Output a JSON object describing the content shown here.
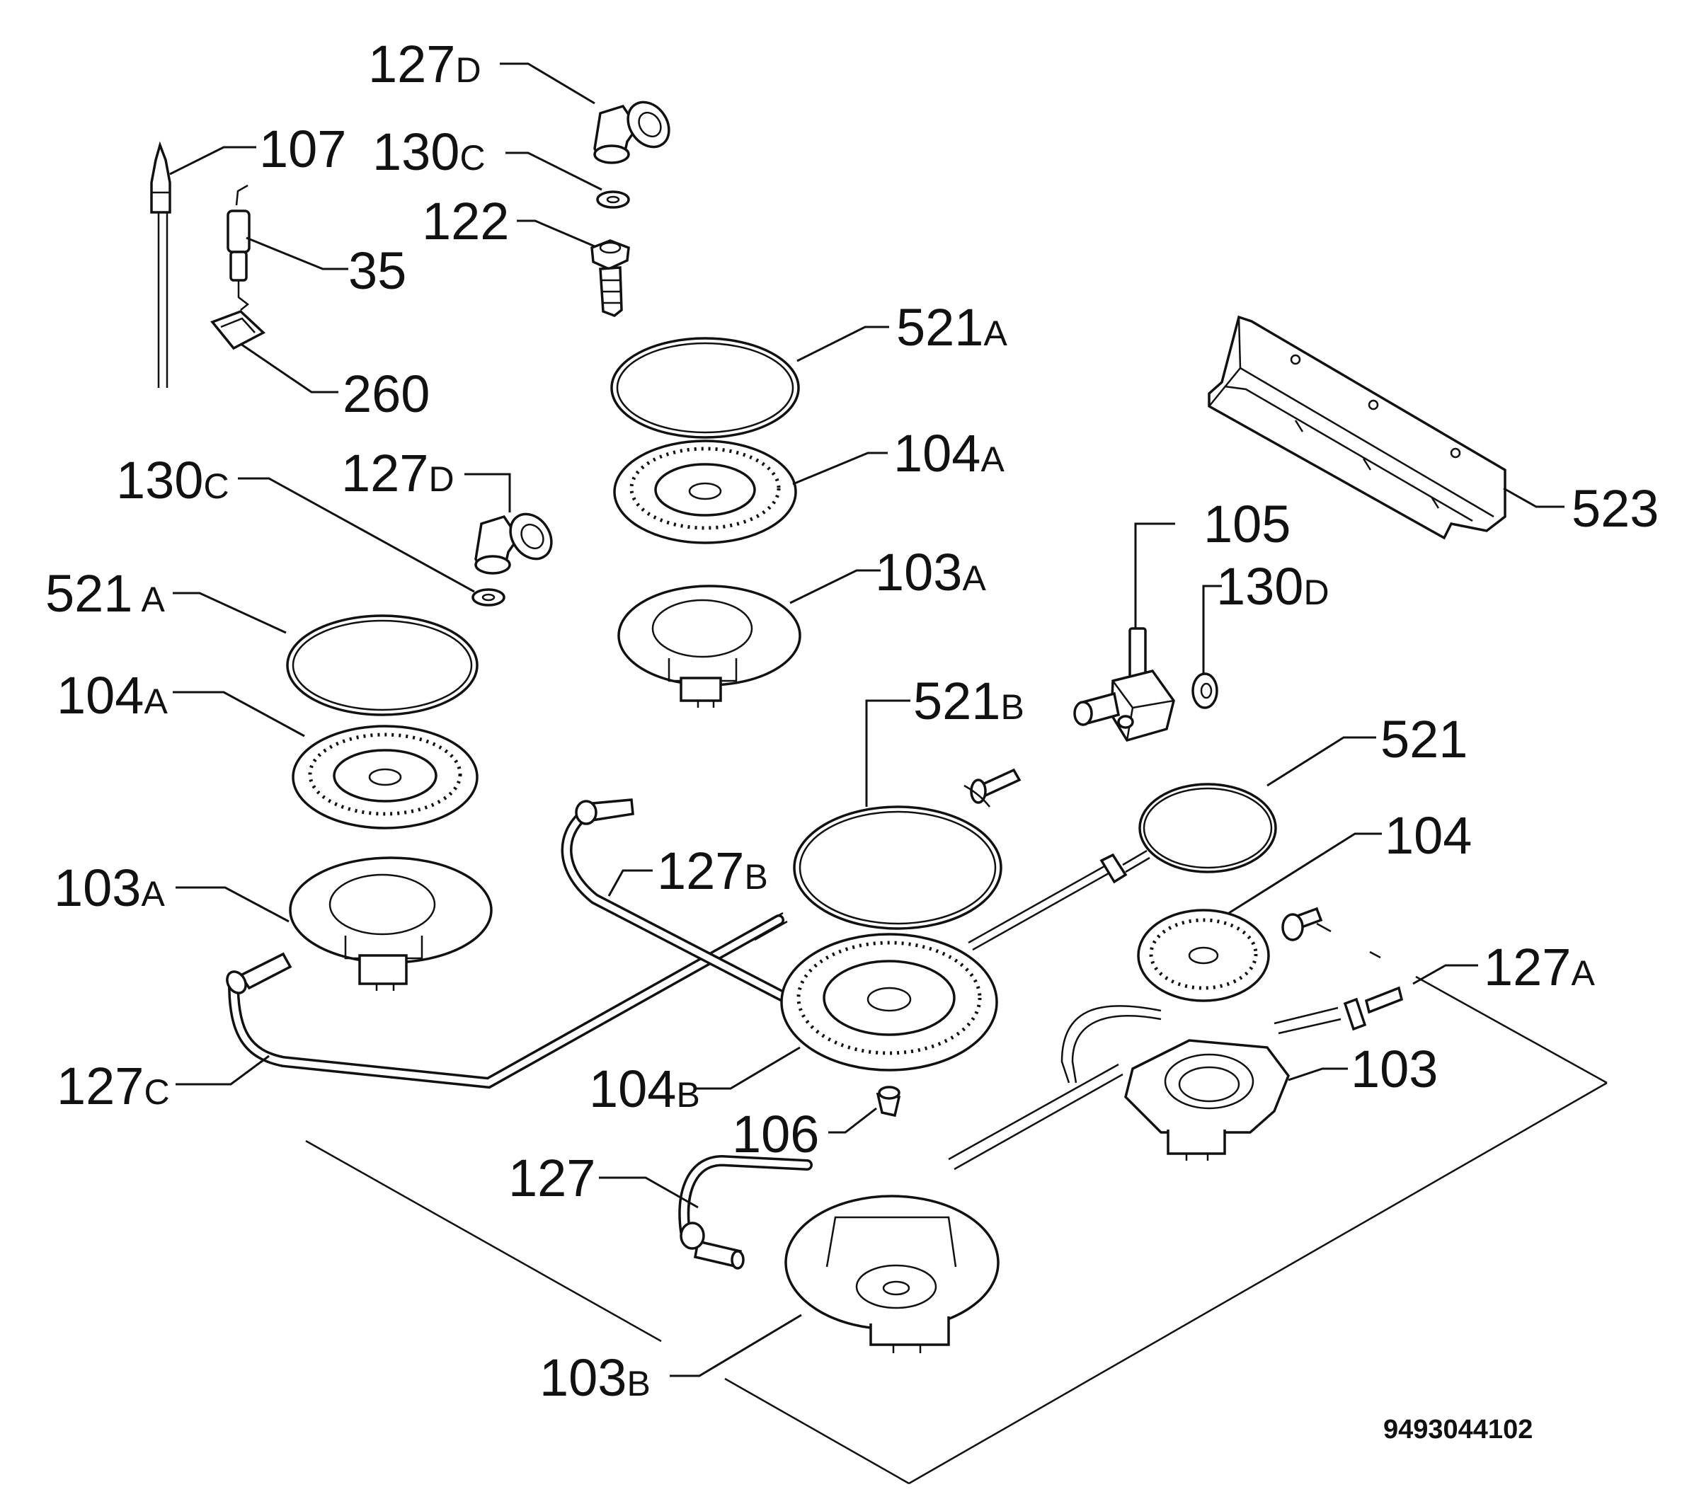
{
  "labels": {
    "l127d_top": {
      "num": "127",
      "suf": "D"
    },
    "l130c_top": {
      "num": "130",
      "suf": "C"
    },
    "l122": {
      "num": "122",
      "suf": ""
    },
    "l107": {
      "num": "107",
      "suf": ""
    },
    "l35": {
      "num": "35",
      "suf": ""
    },
    "l260": {
      "num": "260",
      "suf": ""
    },
    "l521a_top": {
      "num": "521",
      "suf": "A"
    },
    "l104a_top": {
      "num": "104",
      "suf": "A"
    },
    "l103a_top": {
      "num": "103",
      "suf": "A"
    },
    "l523": {
      "num": "523",
      "suf": ""
    },
    "l105": {
      "num": "105",
      "suf": ""
    },
    "l130d": {
      "num": "130",
      "suf": "D"
    },
    "l127d_mid": {
      "num": "127",
      "suf": "D"
    },
    "l130c_mid": {
      "num": "130",
      "suf": "C"
    },
    "l521a_left": {
      "num": "521",
      "suf": "A"
    },
    "l104a_left": {
      "num": "104",
      "suf": "A"
    },
    "l103a_left": {
      "num": "103",
      "suf": "A"
    },
    "l521b": {
      "num": "521",
      "suf": "B"
    },
    "l521": {
      "num": "521",
      "suf": ""
    },
    "l104": {
      "num": "104",
      "suf": ""
    },
    "l127b": {
      "num": "127",
      "suf": "B"
    },
    "l127a": {
      "num": "127",
      "suf": "A"
    },
    "l103": {
      "num": "103",
      "suf": ""
    },
    "l127c": {
      "num": "127",
      "suf": "C"
    },
    "l104b": {
      "num": "104",
      "suf": "B"
    },
    "l106": {
      "num": "106",
      "suf": ""
    },
    "l127": {
      "num": "127",
      "suf": ""
    },
    "l103b": {
      "num": "103",
      "suf": "B"
    }
  },
  "drawing_code": "9493044102"
}
